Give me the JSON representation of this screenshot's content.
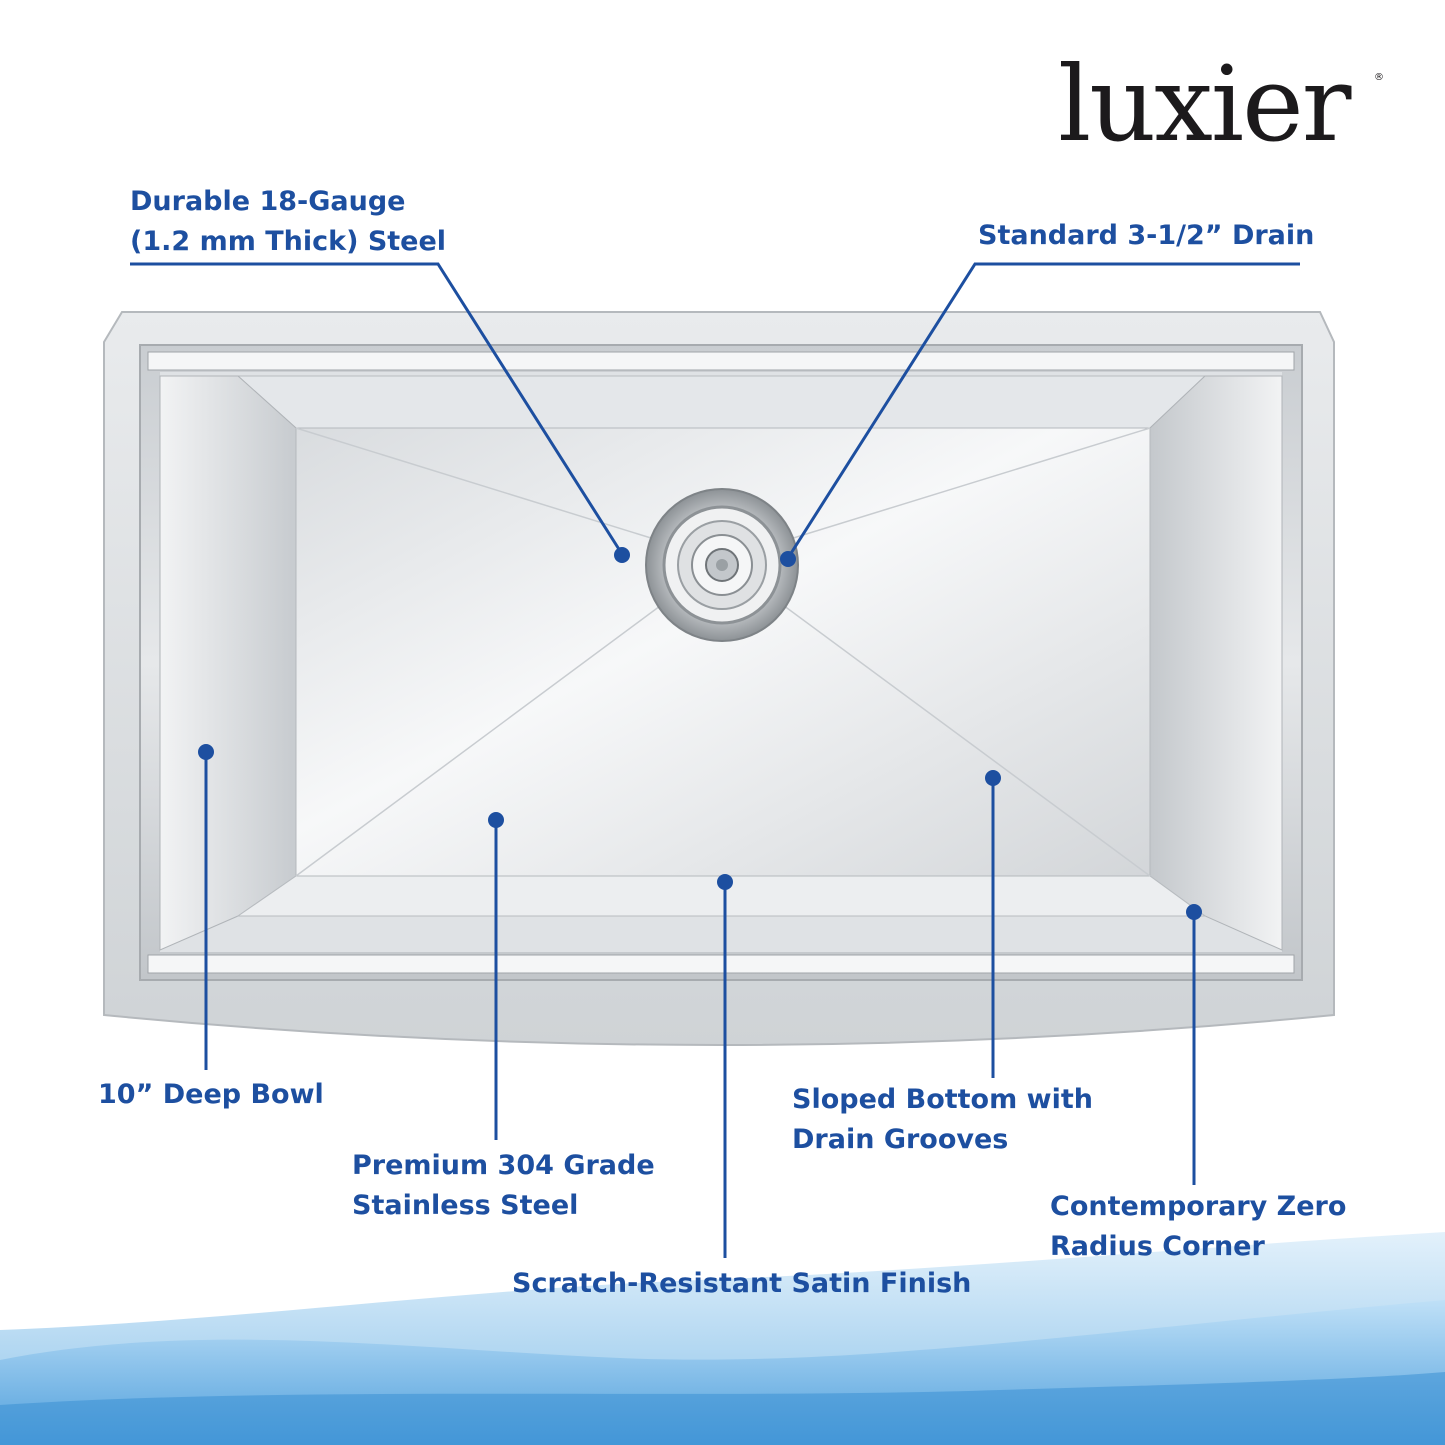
{
  "brand": {
    "name": "luxier",
    "registered_mark": "®"
  },
  "colors": {
    "callout": "#1d4fa0",
    "wave": "#5aa8e0",
    "steel_light": "#eef0f2",
    "steel_dark": "#9ea3a8"
  },
  "callouts": {
    "gauge": {
      "line1": "Durable 18-Gauge",
      "line2": "(1.2 mm Thick) Steel"
    },
    "drain": {
      "line1": "Standard 3-1/2” Drain"
    },
    "bowl": {
      "line1": "10” Deep Bowl"
    },
    "grade": {
      "line1": "Premium 304 Grade",
      "line2": "Stainless Steel"
    },
    "finish": {
      "line1": "Scratch-Resistant Satin Finish"
    },
    "slope": {
      "line1": "Sloped Bottom with",
      "line2": "Drain Grooves"
    },
    "corner": {
      "line1": "Contemporary Zero",
      "line2": "Radius Corner"
    }
  }
}
